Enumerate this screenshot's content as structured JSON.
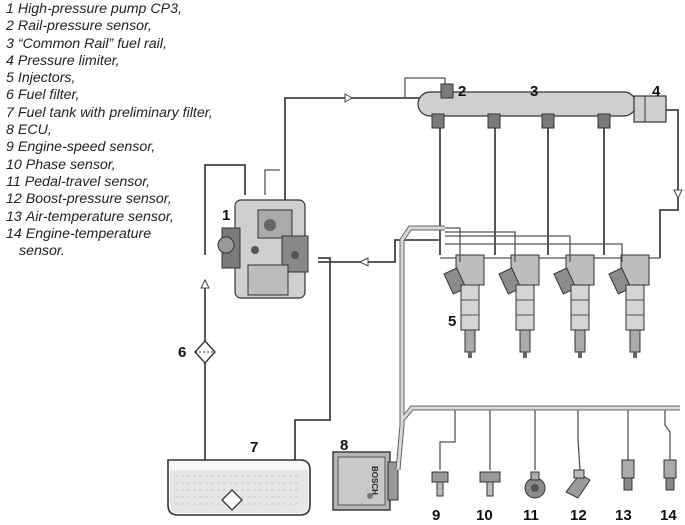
{
  "legend": {
    "items": [
      {
        "num": "1",
        "text": "High-pressure pump CP3,"
      },
      {
        "num": "2",
        "text": "Rail-pressure sensor,"
      },
      {
        "num": "3",
        "text": "“Common Rail” fuel rail,"
      },
      {
        "num": "4",
        "text": "Pressure limiter,"
      },
      {
        "num": "5",
        "text": "Injectors,"
      },
      {
        "num": "6",
        "text": "Fuel filter,"
      },
      {
        "num": "7",
        "text": "Fuel tank with preliminary filter,"
      },
      {
        "num": "8",
        "text": "ECU,"
      },
      {
        "num": "9",
        "text": "Engine-speed sensor,"
      },
      {
        "num": "10",
        "text": "Phase sensor,"
      },
      {
        "num": "11",
        "text": "Pedal-travel sensor,"
      },
      {
        "num": "12",
        "text": "Boost-pressure sensor,"
      },
      {
        "num": "13",
        "text": "Air-temperature sensor,"
      },
      {
        "num": "14",
        "text": "Engine-temperature",
        "text2": "sensor."
      }
    ]
  },
  "callouts": {
    "c1": "1",
    "c2": "2",
    "c3": "3",
    "c4": "4",
    "c5": "5",
    "c6": "6",
    "c7": "7",
    "c8": "8",
    "c9": "9",
    "c10": "10",
    "c11": "11",
    "c12": "12",
    "c13": "13",
    "c14": "14"
  },
  "ecu_brand": "BOSCH",
  "colors": {
    "line": "#444444",
    "metal": "#cfcfcf",
    "fuel": "#e6e6e6"
  }
}
